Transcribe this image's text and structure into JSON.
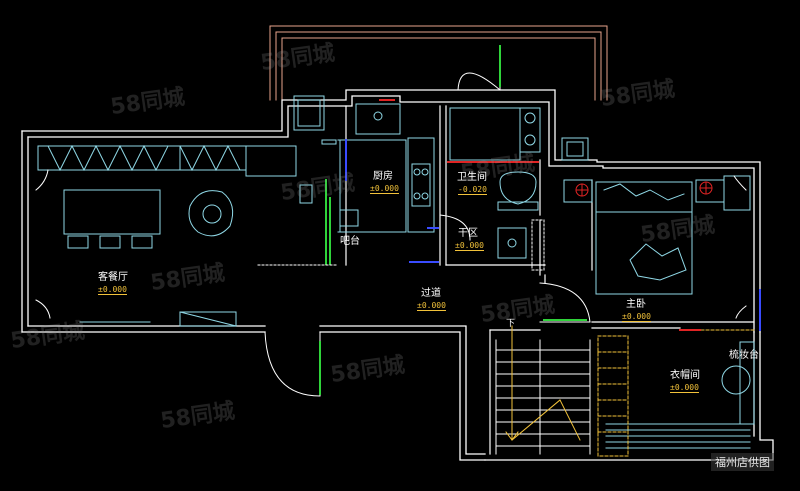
{
  "rooms": {
    "living": {
      "name": "客餐厅",
      "elevation": "±0.000"
    },
    "kitchen": {
      "name": "厨房",
      "elevation": "±0.000"
    },
    "bar": {
      "name": "吧台"
    },
    "bathroom": {
      "name": "卫生间",
      "elevation": "-0.020"
    },
    "dry_zone": {
      "name": "干区",
      "elevation": "±0.000"
    },
    "hallway": {
      "name": "过道",
      "elevation": "±0.000"
    },
    "master_bedroom": {
      "name": "主卧",
      "elevation": "±0.000"
    },
    "vanity": {
      "name": "梳妆台"
    },
    "walk_in_closet": {
      "name": "衣帽间",
      "elevation": "±0.000"
    }
  },
  "stair_label": "下",
  "watermark": "58同城",
  "credit": "福州店供图",
  "colors": {
    "background": "#000000",
    "wall": "#ffffff",
    "furniture": "#8fd8e6",
    "door": "#ffffff",
    "elevation": "#f2c23a",
    "accent_green": "#2fd43a",
    "accent_red": "#e02424",
    "balcony": "#e8a48c",
    "window": "#3a4cff"
  }
}
